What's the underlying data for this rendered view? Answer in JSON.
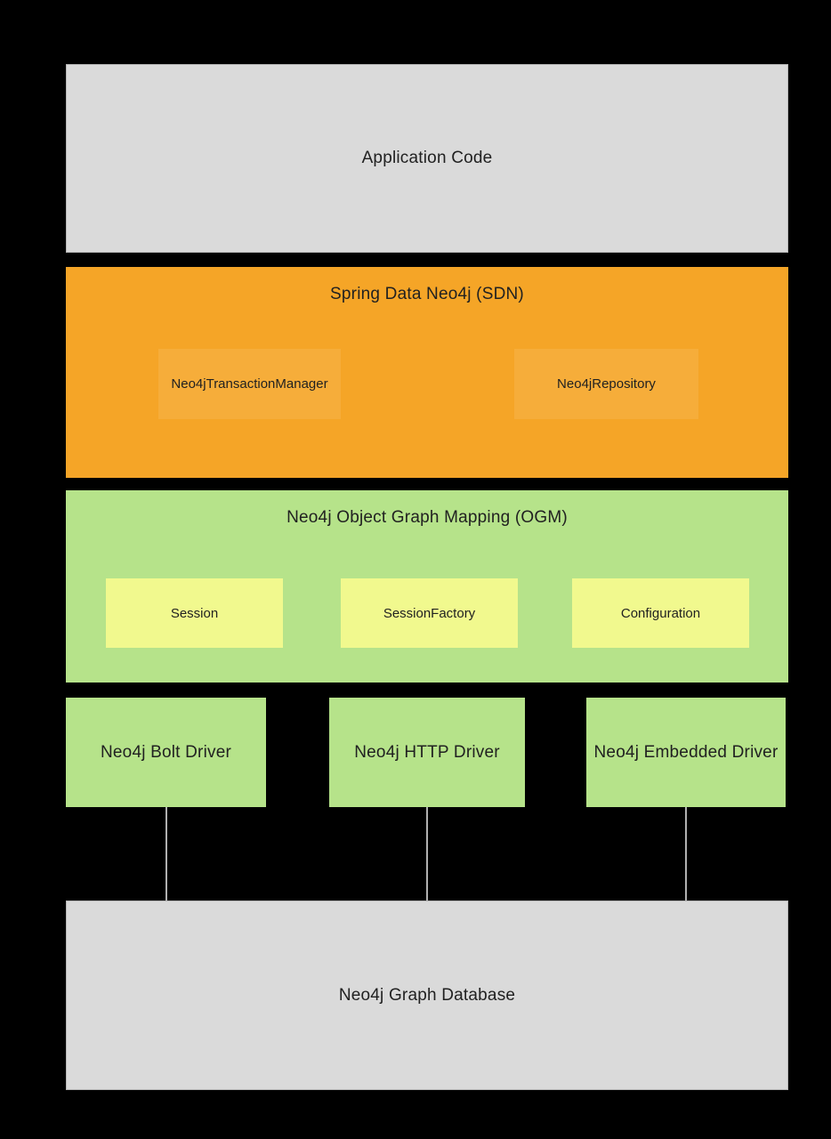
{
  "diagram": {
    "application_code": {
      "label": "Application Code"
    },
    "sdn": {
      "title": "Spring Data Neo4j (SDN)",
      "components": [
        {
          "label": "Neo4jTransactionManager"
        },
        {
          "label": "Neo4jRepository"
        }
      ]
    },
    "ogm": {
      "title": "Neo4j Object Graph Mapping (OGM)",
      "components": [
        {
          "label": "Session"
        },
        {
          "label": "SessionFactory"
        },
        {
          "label": "Configuration"
        }
      ]
    },
    "drivers": [
      {
        "label": "Neo4j Bolt Driver"
      },
      {
        "label": "Neo4j HTTP Driver"
      },
      {
        "label": "Neo4j Embedded Driver"
      }
    ],
    "database": {
      "label": "Neo4j Graph Database"
    }
  },
  "colors": {
    "background": "#000000",
    "gray_fill": "#dadada",
    "gray_border": "#b5b5b5",
    "orange_fill": "#f5a527",
    "orange_inner_fill": "#f6ad3a",
    "green_fill": "#b6e38a",
    "yellow_fill": "#f1f98e",
    "connector_line": "#b0b0b0",
    "text": "#212121"
  }
}
